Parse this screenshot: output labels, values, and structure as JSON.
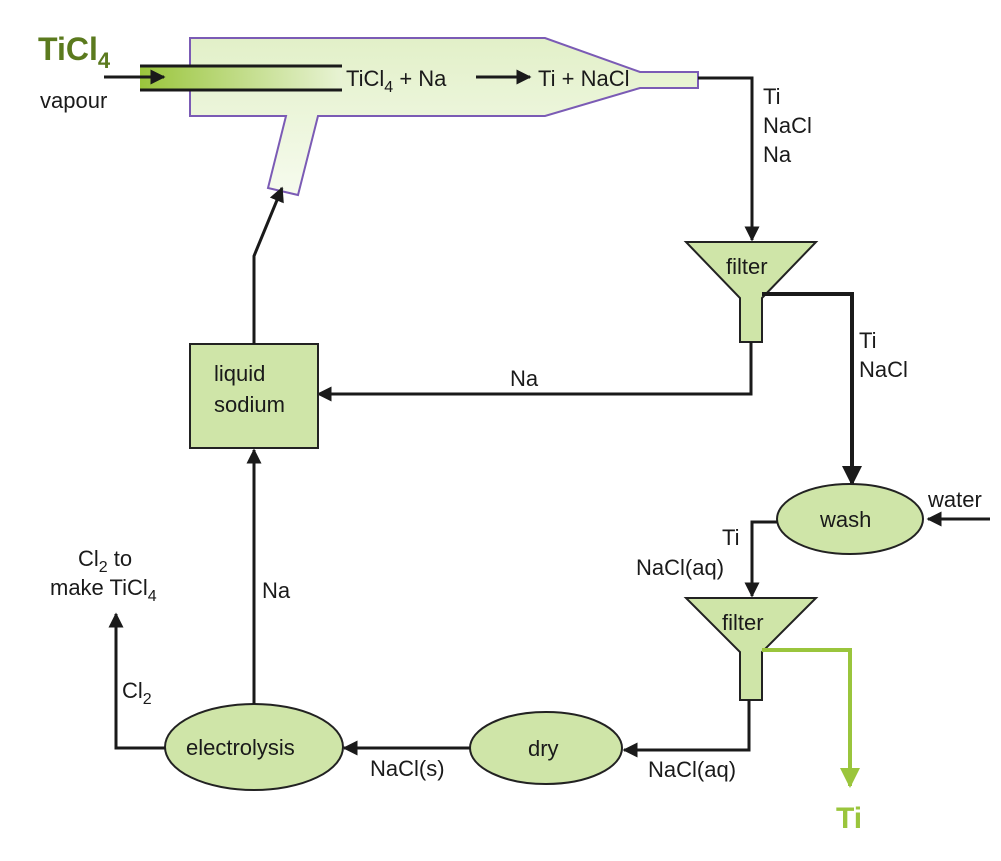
{
  "inputs": {
    "ticl4_main": "TiCl",
    "ticl4_sub": "4",
    "vapour": "vapour",
    "water": "water"
  },
  "reactor": {
    "eq_ticl": "TiCl",
    "eq_sub": "4",
    "eq_plus_na": " + Na",
    "eq_products": "Ti + NaCl"
  },
  "streams": {
    "reactor_out_1": "Ti",
    "reactor_out_2": "NaCl",
    "reactor_out_3": "Na",
    "filter1_out_1": "Ti",
    "filter1_out_2": "NaCl",
    "filter1_recycle": "Na",
    "wash_out_1": "Ti",
    "wash_out_2": "NaCl(aq)",
    "filter2_to_dry": "NaCl(aq)",
    "dry_to_electrolysis": "NaCl(s)",
    "electrolysis_na": "Na",
    "cl2_label": "Cl",
    "cl2_sub": "2",
    "cl2_note_cl": "Cl",
    "cl2_note_sub": "2",
    "cl2_note_rest": " to",
    "cl2_note_line2": "make TiCl",
    "cl2_note_line2_sub": "4"
  },
  "units": {
    "filter1": "filter",
    "filter2": "filter",
    "wash": "wash",
    "dry": "dry",
    "electrolysis": "electrolysis",
    "liquid_sodium_1": "liquid",
    "liquid_sodium_2": "sodium"
  },
  "outputs": {
    "ti_product": "Ti"
  },
  "colors": {
    "fill": "#cfe5a8",
    "accent_dark": "#5b7a1e",
    "accent_light": "#9ac53c",
    "reactor_outline": "#7b5bb5"
  }
}
